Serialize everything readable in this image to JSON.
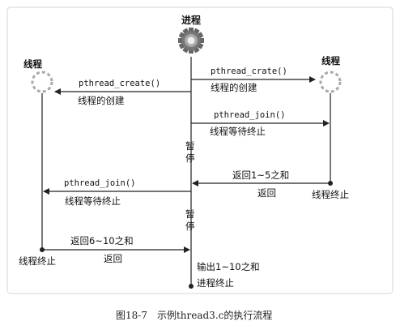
{
  "diagram": {
    "labels": {
      "process_title": "进程",
      "thread_left": "线程",
      "thread_right": "线程",
      "create_left_fn": "pthread_create()",
      "create_left_desc": "线程的创建",
      "create_right_fn": "pthread_crate()",
      "create_right_desc": "线程的创建",
      "join_right_fn": "pthread_join()",
      "join_right_desc": "线程等待终止",
      "pause1": "暂\n停",
      "return_1_5": "返回1~5之和",
      "return_1_5_sub": "返回",
      "thread_end_right": "线程终止",
      "join_left_fn": "pthread_join()",
      "join_left_desc": "线程等待终止",
      "pause2": "暂\n停",
      "return_6_10": "返回6~10之和",
      "return_6_10_sub": "返回",
      "thread_end_left": "线程终止",
      "output": "输出1~10之和",
      "process_end": "进程终止"
    },
    "colors": {
      "line": "#222222",
      "gear": "#666666",
      "thread_circle": "#aaaaaa",
      "frame": "#dddddd"
    }
  },
  "caption": "图18-7　示例thread3.c的执行流程"
}
